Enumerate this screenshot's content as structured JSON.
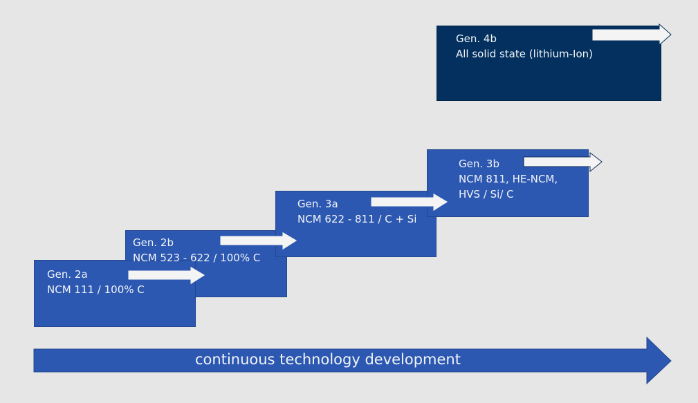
{
  "colors": {
    "background": "#e6e6e6",
    "box": "#2c58b1",
    "box_dark": "#03305e",
    "arrow_fill": "#f4f4f4"
  },
  "generations": [
    {
      "title": "Gen. 2a",
      "lines": [
        "NCM 111 / 100% C"
      ]
    },
    {
      "title": "Gen. 2b",
      "lines": [
        "NCM 523 - 622 / 100% C"
      ]
    },
    {
      "title": "Gen. 3a",
      "lines": [
        "NCM 622 - 811 / C + Si"
      ]
    },
    {
      "title": "Gen. 3b",
      "lines": [
        "NCM 811, HE-NCM,",
        "HVS /  Si/ C"
      ]
    },
    {
      "title": "Gen. 4b",
      "lines": [
        "All solid state (lithium-Ion)"
      ]
    }
  ],
  "timeline": {
    "label": "continuous technology development"
  }
}
